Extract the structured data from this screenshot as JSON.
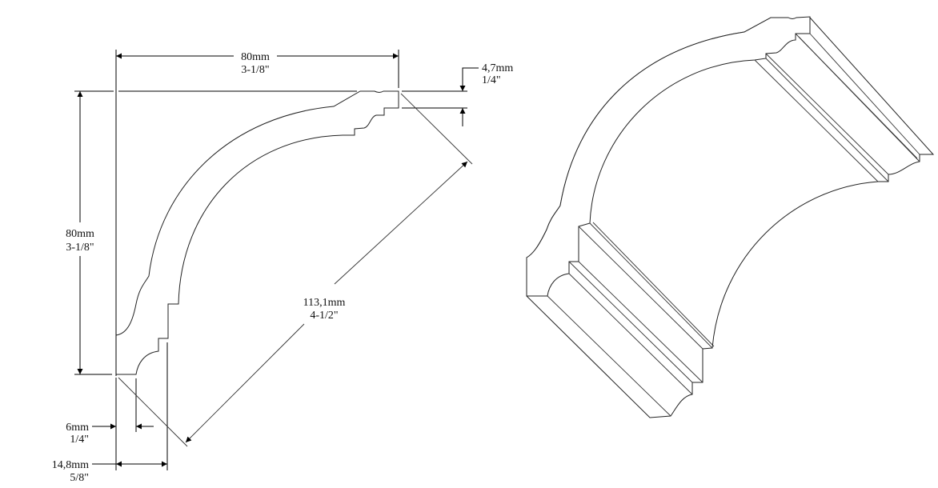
{
  "dimensions": {
    "width": {
      "metric": "80mm",
      "imperial": "3-1/8\""
    },
    "height": {
      "metric": "80mm",
      "imperial": "3-1/8\""
    },
    "top_step": {
      "metric": "4,7mm",
      "imperial": "1/4\""
    },
    "diagonal": {
      "metric": "113,1mm",
      "imperial": "4-1/2\""
    },
    "bottom_step": {
      "metric": "6mm",
      "imperial": "1/4\""
    },
    "bottom_width": {
      "metric": "14,8mm",
      "imperial": "5/8\""
    }
  },
  "colors": {
    "line": "#000000",
    "background": "#ffffff"
  }
}
